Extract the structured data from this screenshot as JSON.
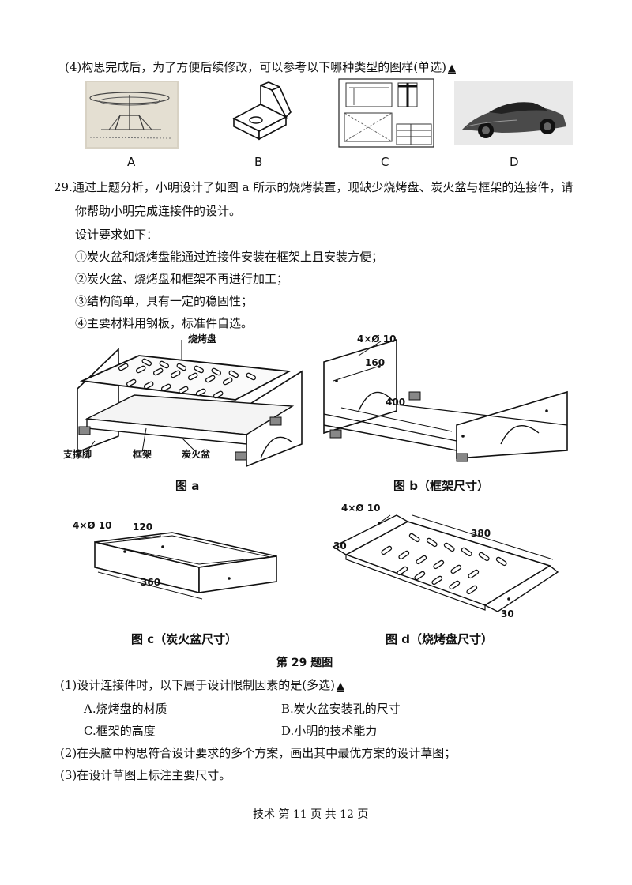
{
  "q28_part4": {
    "text": "(4)构思完成后，为了方便后续修改，可以参考以下哪种类型的图样(单选)",
    "blank": "▲",
    "options": [
      "A",
      "B",
      "C",
      "D"
    ]
  },
  "q29": {
    "intro_line1": "29.通过上题分析，小明设计了如图 a 所示的烧烤装置，现缺少烧烤盘、炭火盆与框架的连接件，请",
    "intro_line2": "你帮助小明完成连接件的设计。",
    "req_title": "设计要求如下：",
    "requirements": [
      "①炭火盆和烧烤盘能通过连接件安装在框架上且安装方便；",
      "②炭火盆、烧烤盘和框架不再进行加工；",
      "③结构简单，具有一定的稳固性；",
      "④主要材料用钢板，标准件自选。"
    ],
    "fig_a": {
      "caption": "图 a",
      "labels": {
        "tray": "烧烤盘",
        "leg": "支撑脚",
        "frame": "框架",
        "pan": "炭火盆"
      }
    },
    "fig_b": {
      "caption": "图 b（框架尺寸）",
      "holes": "4×Ø 10",
      "dim1": "160",
      "dim2": "400"
    },
    "fig_c": {
      "caption": "图 c（炭火盆尺寸）",
      "holes": "4×Ø 10",
      "dim1": "120",
      "dim2": "360"
    },
    "fig_d": {
      "caption": "图 d（烧烤盘尺寸）",
      "holes": "4×Ø 10",
      "dim1": "380",
      "dim2": "30",
      "dim3": "30"
    },
    "figure_title": "第 29 题图",
    "sub1": {
      "text": "(1)设计连接件时，以下属于设计限制因素的是(多选)",
      "blank": "▲",
      "choices": {
        "A": "A.烧烤盘的材质",
        "B": "B.炭火盆安装孔的尺寸",
        "C": "C.框架的高度",
        "D": "D.小明的技术能力"
      }
    },
    "sub2": "(2)在头脑中构思符合设计要求的多个方案，画出其中最优方案的设计草图；",
    "sub3": "(3)在设计草图上标注主要尺寸。"
  },
  "footer": "技术   第 11 页 共 12 页"
}
